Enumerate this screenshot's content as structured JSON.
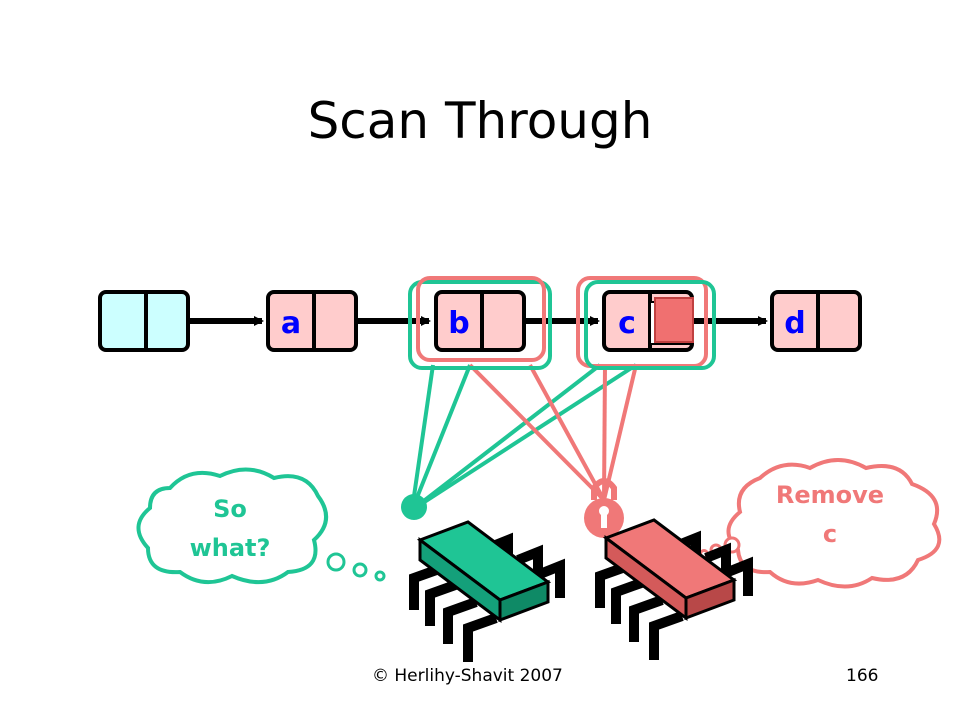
{
  "slide": {
    "title": "Scan Through",
    "footer_left": "© Herlihy-Shavit 2007",
    "page_number": "166"
  },
  "list": {
    "nodes": [
      {
        "label": ""
      },
      {
        "label": "a"
      },
      {
        "label": "b"
      },
      {
        "label": "c"
      },
      {
        "label": "d"
      }
    ]
  },
  "thoughts": {
    "green": {
      "line1": "So",
      "line2": "what?"
    },
    "red": {
      "line1": "Remove",
      "line2": "c"
    }
  },
  "colors": {
    "sentinel_fill": "#ccffff",
    "node_fill": "#ffcccc",
    "green_thread": "#1fc595",
    "red_thread": "#f07878",
    "node_text": "#0000ff",
    "green_text": "#1fc595",
    "red_text": "#f07878"
  }
}
